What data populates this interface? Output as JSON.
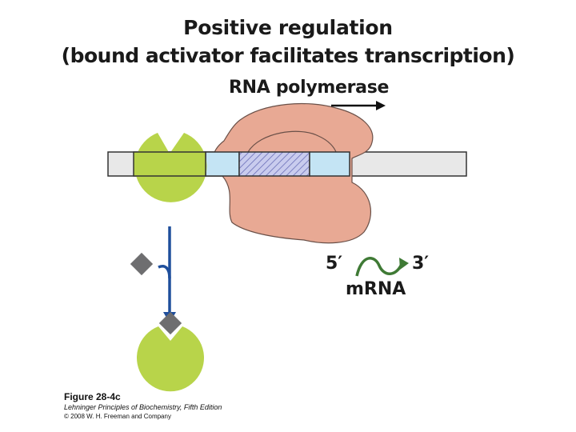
{
  "title": "Positive regulation",
  "subtitle": "(bound activator facilitates transcription)",
  "labels": {
    "rna_polymerase": "RNA polymerase",
    "five_prime": "5′",
    "three_prime": "3′",
    "mrna": "mRNA"
  },
  "caption": {
    "figure": "Figure 28-4c",
    "book": "Lehninger Principles of Biochemistry, Fifth Edition",
    "copyright": "© 2008 W. H. Freeman and Company"
  },
  "colors": {
    "activator": "#b8d44a",
    "polymerase": "#e8a994",
    "dna_strand": "#e8e8e8",
    "binding_site": "#c4e4f4",
    "promoter_hatch": "#9aa0d6",
    "ligand": "#6e6e70",
    "blue_arrow": "#1f4f9c",
    "mrna_green": "#3f7a35"
  }
}
